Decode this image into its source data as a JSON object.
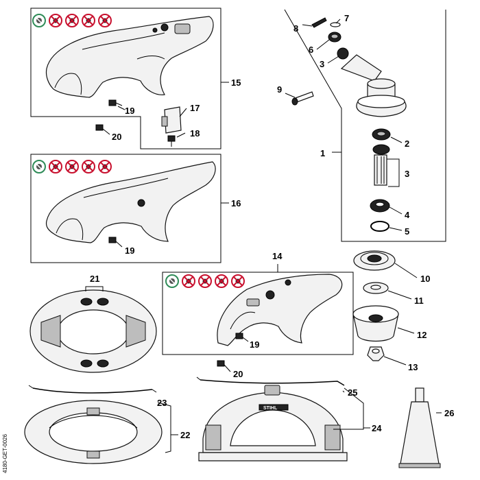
{
  "callouts": {
    "n1": "1",
    "n2": "2",
    "n3a": "3",
    "n3b": "3",
    "n4": "4",
    "n5": "5",
    "n6": "6",
    "n7": "7",
    "n8": "8",
    "n9": "9",
    "n10": "10",
    "n11": "11",
    "n12": "12",
    "n13": "13",
    "n14": "14",
    "n15": "15",
    "n16": "16",
    "n17": "17",
    "n18": "18",
    "n19a": "19",
    "n19b": "19",
    "n19c": "19",
    "n20a": "20",
    "n20b": "20",
    "n21": "21",
    "n22": "22",
    "n23": "23",
    "n24": "24",
    "n25": "25",
    "n26": "26"
  },
  "side_code": "4180-GET-0026",
  "deflector_label": "STIHL",
  "warning_icons": [
    "gear-warning-icon",
    "no-blade-icon",
    "no-saw-blade-icon",
    "no-grass-blade-icon",
    "no-cutter-icon"
  ],
  "colors": {
    "ink": "#000000",
    "badge_green": "#2e8b57",
    "badge_red": "#c8102e"
  }
}
